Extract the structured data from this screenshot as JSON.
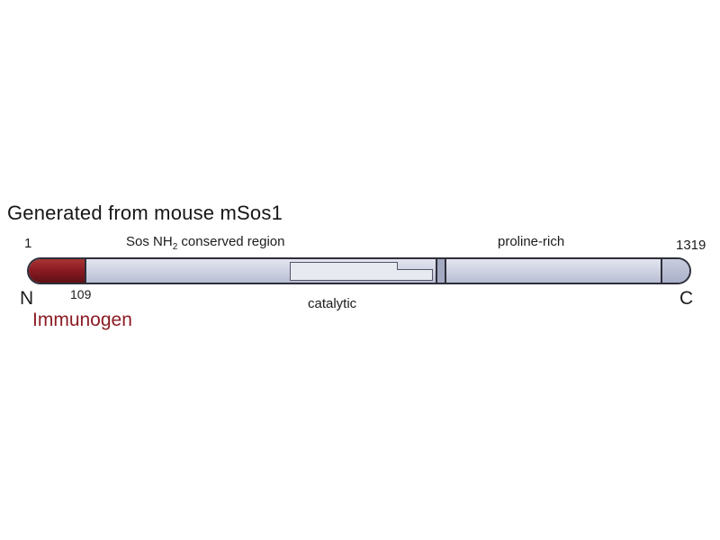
{
  "diagram": {
    "title": "Generated from mouse mSos1",
    "protein": {
      "start_position": "1",
      "end_position": "1319",
      "n_terminus": "N",
      "c_terminus": "C",
      "immunogen_end_position": "109",
      "immunogen_label": "Immunogen"
    },
    "regions": {
      "sos_nh2_prefix": "Sos NH",
      "sos_nh2_subscript": "2",
      "sos_nh2_suffix": " conserved region",
      "catalytic": "catalytic",
      "proline_rich": "proline-rich"
    },
    "colors": {
      "bar_fill": "#ccd0e0",
      "bar_border": "#2e2e3a",
      "immunogen_fill": "#8c1c24",
      "immunogen_text": "#8c1c24",
      "catalytic_fill": "#e8eaf2",
      "c_cap_fill": "#aab0c8",
      "divider_fill": "#a3a9c1",
      "background": "#ffffff"
    }
  }
}
